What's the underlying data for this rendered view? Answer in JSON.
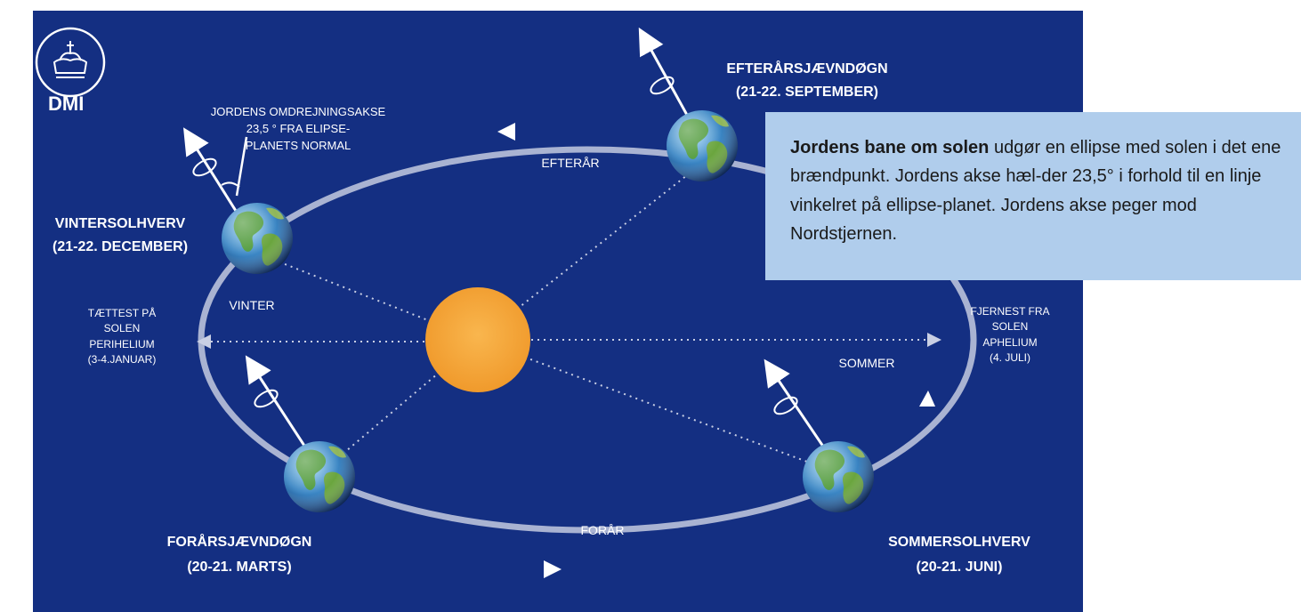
{
  "logo": {
    "text": "DMI",
    "icon": "crown-icon"
  },
  "axis_note": {
    "line1": "JORDENS OMDREJNINGSAKSE",
    "line2": "23,5 ° FRA ELIPSE-",
    "line3": "PLANETS NORMAL"
  },
  "events": {
    "autumn_equinox": {
      "name": "EFTERÅRSJÆVNDØGN",
      "date": "(21-22. SEPTEMBER)"
    },
    "winter_solstice": {
      "name": "VINTERSOLHVERV",
      "date": "(21-22. DECEMBER)"
    },
    "spring_equinox": {
      "name": "FORÅRSJÆVNDØGN",
      "date": "(20-21. MARTS)"
    },
    "summer_solstice": {
      "name": "SOMMERSOLHVERV",
      "date": "(20-21. JUNI)"
    }
  },
  "seasons": {
    "autumn": "EFTERÅR",
    "winter": "VINTER",
    "spring": "FORÅR",
    "summer": "SOMMER"
  },
  "perihelion": {
    "line1": "TÆTTEST PÅ",
    "line2": "SOLEN",
    "line3": "PERIHELIUM",
    "line4": "(3-4.JANUAR)"
  },
  "aphelion": {
    "line1": "FJERNEST FRA",
    "line2": "SOLEN",
    "line3": "APHELIUM",
    "line4": "(4. JULI)"
  },
  "info": {
    "bold": "Jordens bane om solen",
    "text": " udgør en ellipse med solen i det ene brændpunkt. Jordens akse hæl-der 23,5° i forhold til en linje vinkelret på ellipse-planet. Jordens akse peger mod Nordstjernen."
  },
  "colors": {
    "background": "#142f82",
    "orbit": "#a9b3d2",
    "sun": "#f6a83a",
    "info_box": "#b0cdec",
    "text": "#ffffff"
  }
}
